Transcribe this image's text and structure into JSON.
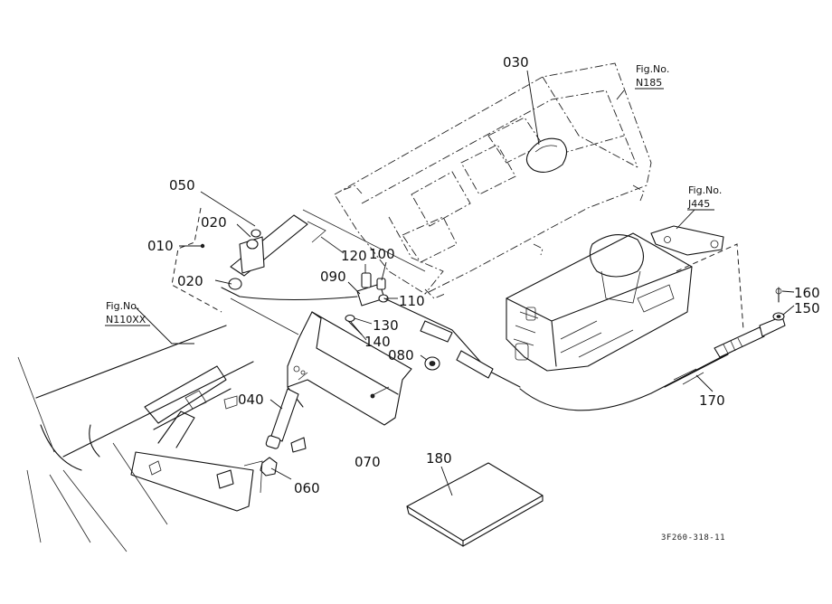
{
  "callouts": {
    "c010": "010",
    "c020a": "020",
    "c020b": "020",
    "c030": "030",
    "c040": "040",
    "c050": "050",
    "c060": "060",
    "c070": "070",
    "c080": "080",
    "c090": "090",
    "c100": "100",
    "c110": "110",
    "c120": "120",
    "c130": "130",
    "c140": "140",
    "c150": "150",
    "c160": "160",
    "c170": "170",
    "c180": "180"
  },
  "figure_refs": {
    "n185": {
      "label": "Fig.No.",
      "number": "N185"
    },
    "j445": {
      "label": "Fig.No.",
      "number": "J445"
    },
    "n110xx": {
      "label": "Fig.No.",
      "number": "N110XX"
    }
  },
  "drawing_code": "3F260-318-11"
}
